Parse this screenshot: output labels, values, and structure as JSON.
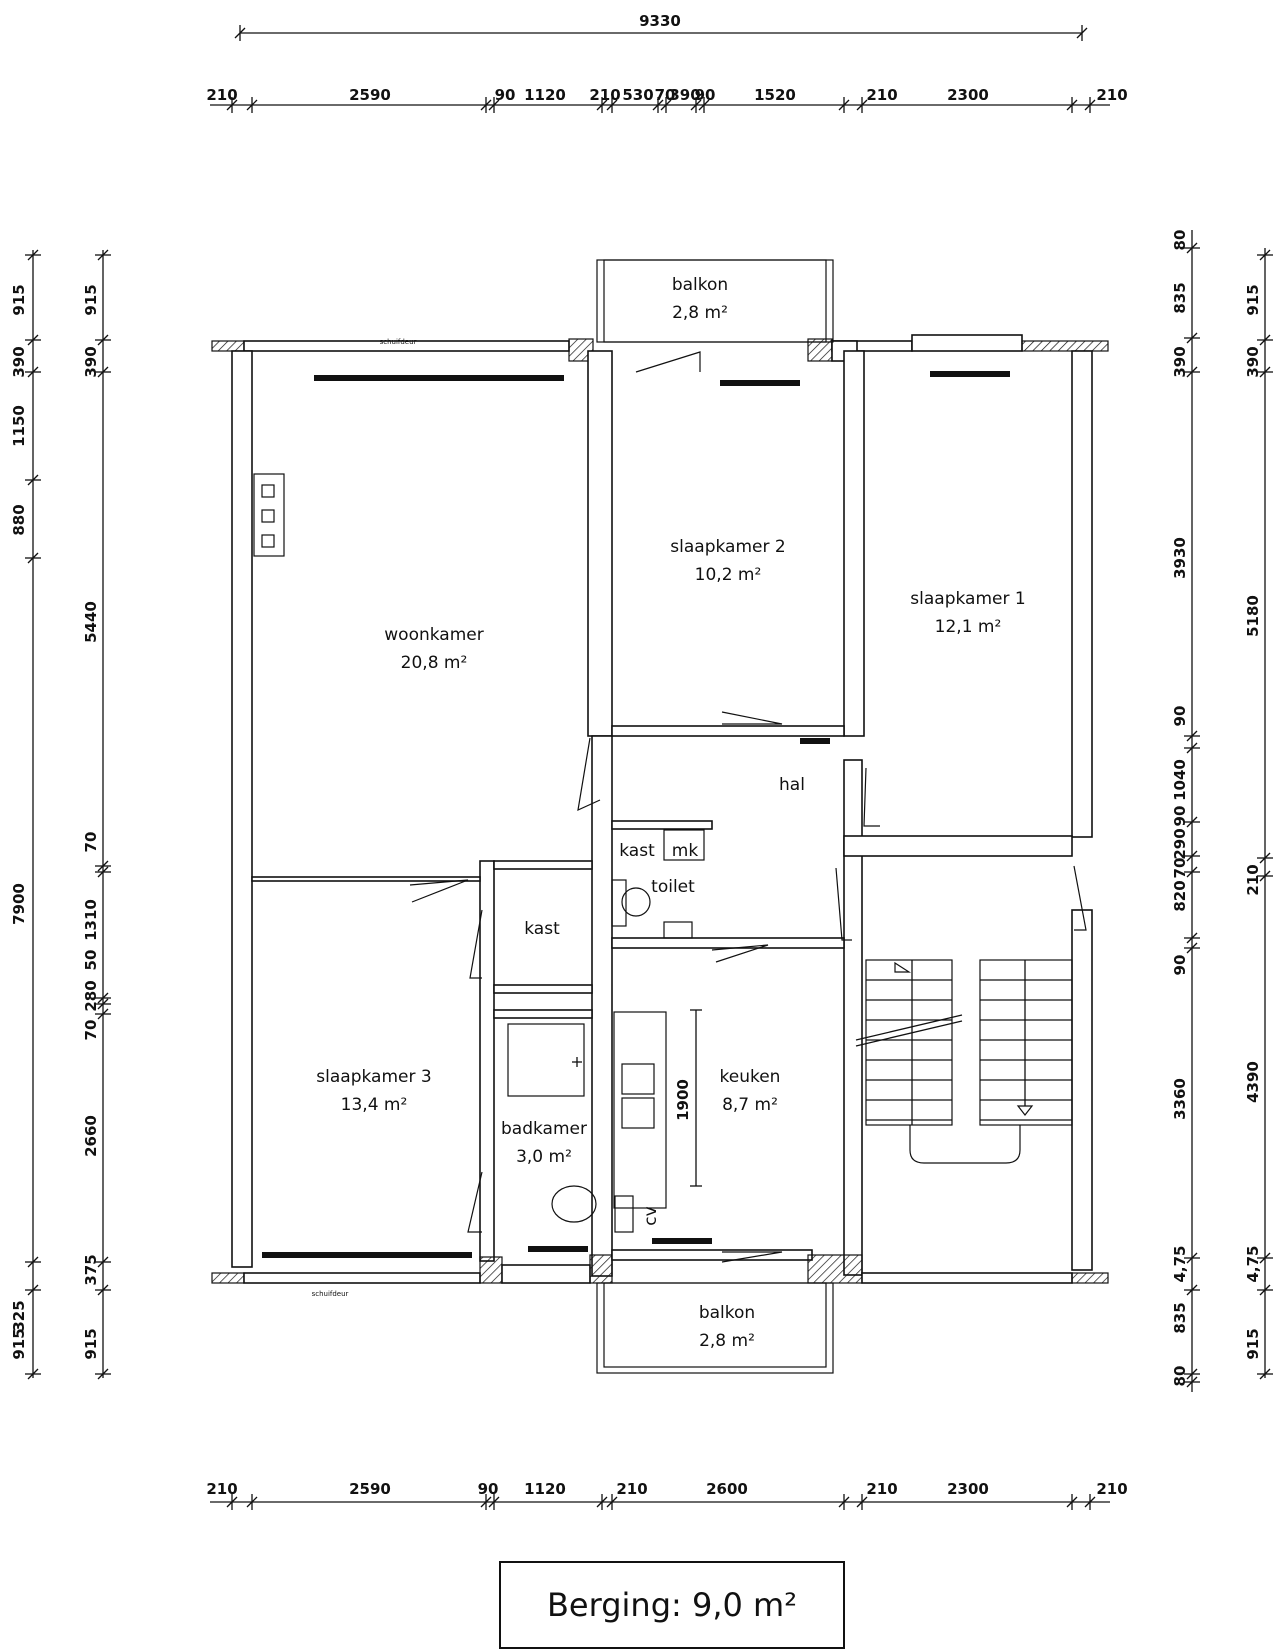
{
  "rooms": {
    "woonkamer": {
      "name": "woonkamer",
      "area": "20,8 m²"
    },
    "slaapkamer1": {
      "name": "slaapkamer 1",
      "area": "12,1 m²"
    },
    "slaapkamer2": {
      "name": "slaapkamer 2",
      "area": "10,2 m²"
    },
    "slaapkamer3": {
      "name": "slaapkamer 3",
      "area": "13,4 m²"
    },
    "keuken": {
      "name": "keuken",
      "area": "8,7 m²"
    },
    "badkamer": {
      "name": "badkamer",
      "area": "3,0 m²"
    },
    "balkon_top": {
      "name": "balkon",
      "area": "2,8 m²"
    },
    "balkon_bottom": {
      "name": "balkon",
      "area": "2,8 m²"
    },
    "hal": {
      "name": "hal"
    },
    "kast_small": {
      "name": "kast"
    },
    "mk": {
      "name": "mk"
    },
    "toilet": {
      "name": "toilet"
    },
    "kast_large": {
      "name": "kast"
    },
    "cv": {
      "name": "cv"
    }
  },
  "labels": {
    "schuifdeur_top": "schuifdeur",
    "schuifdeur_bottom": "schuifdeur",
    "keuken_dim": "1900"
  },
  "dims": {
    "total_width": "9330",
    "top_row": [
      "210",
      "2590",
      "90",
      "1120",
      "210",
      "530",
      "70",
      "390",
      "90",
      "1520",
      "210",
      "2300",
      "210"
    ],
    "bottom_row": [
      "210",
      "2590",
      "90",
      "1120",
      "210",
      "2600",
      "210",
      "2300",
      "210"
    ],
    "left_outer": [
      "915",
      "390",
      "1150",
      "880",
      "7900",
      "325",
      "915"
    ],
    "left_inner": [
      "915",
      "390",
      "5440",
      "70",
      "1310",
      "50",
      "280",
      "70",
      "2660",
      "375",
      "915"
    ],
    "right_inner": [
      "80",
      "835",
      "390",
      "3930",
      "90",
      "1040",
      "90",
      "290",
      "70",
      "820",
      "90",
      "3360",
      "4,75",
      "835",
      "80"
    ],
    "right_outer": [
      "915",
      "390",
      "5180",
      "210",
      "4390",
      "4,75",
      "915"
    ]
  },
  "berging": "Berging: 9,0 m²"
}
